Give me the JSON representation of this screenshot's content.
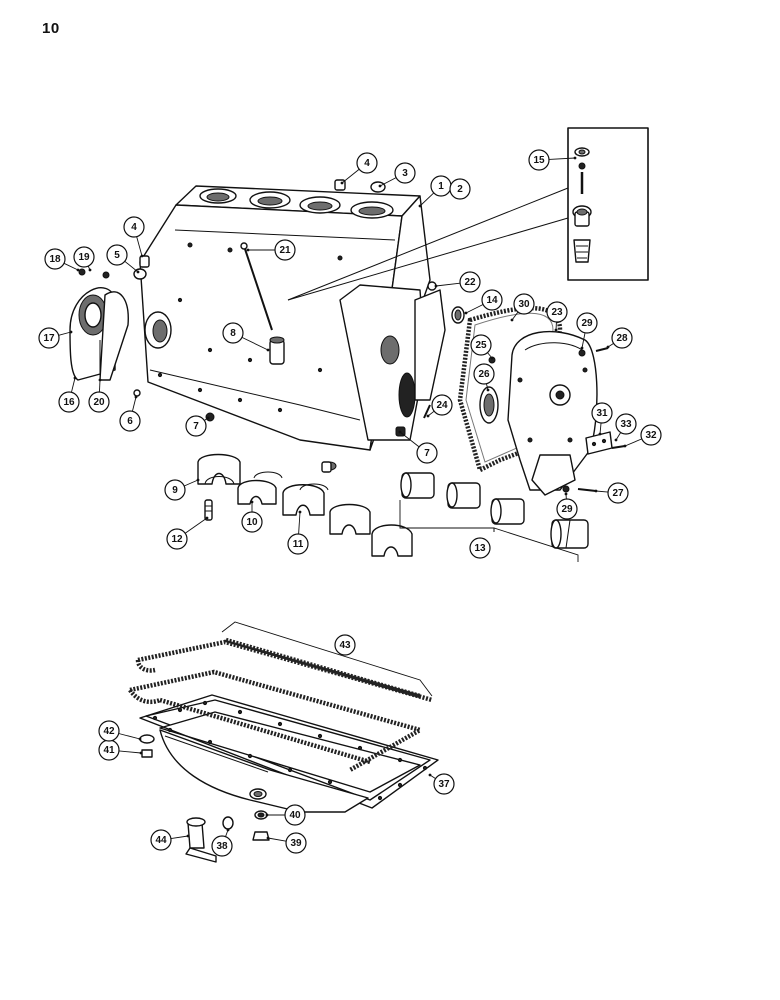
{
  "page_number": "10",
  "callouts": [
    {
      "id": "c1",
      "label": "1"
    },
    {
      "id": "c2",
      "label": "2"
    },
    {
      "id": "c3",
      "label": "3"
    },
    {
      "id": "c4a",
      "label": "4"
    },
    {
      "id": "c4b",
      "label": "4"
    },
    {
      "id": "c5",
      "label": "5"
    },
    {
      "id": "c6",
      "label": "6"
    },
    {
      "id": "c7a",
      "label": "7"
    },
    {
      "id": "c7b",
      "label": "7"
    },
    {
      "id": "c8",
      "label": "8"
    },
    {
      "id": "c9",
      "label": "9"
    },
    {
      "id": "c10",
      "label": "10"
    },
    {
      "id": "c11",
      "label": "11"
    },
    {
      "id": "c12",
      "label": "12"
    },
    {
      "id": "c13",
      "label": "13"
    },
    {
      "id": "c14",
      "label": "14"
    },
    {
      "id": "c15",
      "label": "15"
    },
    {
      "id": "c16",
      "label": "16"
    },
    {
      "id": "c17",
      "label": "17"
    },
    {
      "id": "c18",
      "label": "18"
    },
    {
      "id": "c19",
      "label": "19"
    },
    {
      "id": "c20",
      "label": "20"
    },
    {
      "id": "c21",
      "label": "21"
    },
    {
      "id": "c22",
      "label": "22"
    },
    {
      "id": "c23",
      "label": "23"
    },
    {
      "id": "c24",
      "label": "24"
    },
    {
      "id": "c25",
      "label": "25"
    },
    {
      "id": "c26",
      "label": "26"
    },
    {
      "id": "c27",
      "label": "27"
    },
    {
      "id": "c28",
      "label": "28"
    },
    {
      "id": "c29a",
      "label": "29"
    },
    {
      "id": "c29b",
      "label": "29"
    },
    {
      "id": "c30",
      "label": "30"
    },
    {
      "id": "c31",
      "label": "31"
    },
    {
      "id": "c32",
      "label": "32"
    },
    {
      "id": "c33",
      "label": "33"
    },
    {
      "id": "c37",
      "label": "37"
    },
    {
      "id": "c38",
      "label": "38"
    },
    {
      "id": "c39",
      "label": "39"
    },
    {
      "id": "c40",
      "label": "40"
    },
    {
      "id": "c41",
      "label": "41"
    },
    {
      "id": "c42",
      "label": "42"
    },
    {
      "id": "c43",
      "label": "43"
    },
    {
      "id": "c44",
      "label": "44"
    }
  ]
}
